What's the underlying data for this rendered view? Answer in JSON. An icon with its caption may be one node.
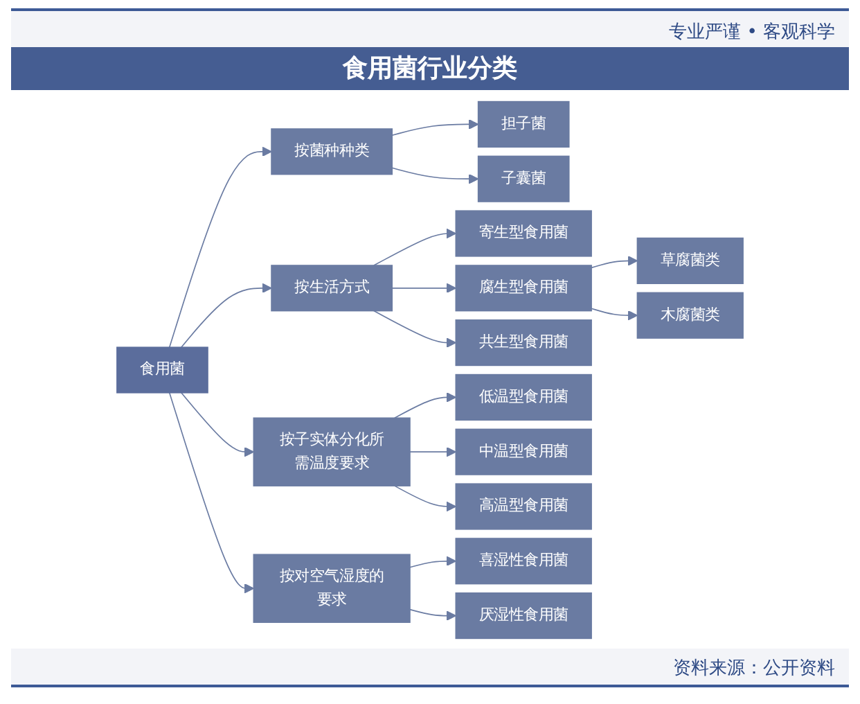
{
  "diagram": {
    "title": "食用菌行业分类",
    "caption": "资料来源：公开资料",
    "nodes": [
      {
        "text": [
          "食用菌"
        ]
      },
      {
        "text": [
          "按菌种种类"
        ]
      },
      {
        "text": [
          "担子菌"
        ]
      },
      {
        "text": [
          "子囊菌"
        ]
      },
      {
        "text": [
          "按生活方式"
        ]
      },
      {
        "text": [
          "寄生型食用菌"
        ]
      },
      {
        "text": [
          "腐生型食用菌"
        ]
      },
      {
        "text": [
          "草腐菌类"
        ]
      },
      {
        "text": [
          "木腐菌类"
        ]
      },
      {
        "text": [
          "共生型食用菌"
        ]
      },
      {
        "text": [
          "按子实体分化所需温度要求"
        ]
      },
      {
        "text": [
          "低温型食用菌"
        ]
      },
      {
        "text": [
          "中温型食用菌"
        ]
      },
      {
        "text": [
          "高温型食用菌"
        ]
      },
      {
        "text": [
          "按对空气湿度的要求"
        ]
      },
      {
        "text": [
          "喜湿性食用菌"
        ]
      },
      {
        "text": [
          "厌湿性食用菌"
        ]
      }
    ],
    "edges": [
      {
        "from": 0,
        "to": 1,
        "arrow": "to"
      },
      {
        "from": 0,
        "to": 4,
        "arrow": "to"
      },
      {
        "from": 0,
        "to": 10,
        "arrow": "to"
      },
      {
        "from": 0,
        "to": 14,
        "arrow": "to"
      },
      {
        "from": 1,
        "to": 2,
        "arrow": "to"
      },
      {
        "from": 1,
        "to": 3,
        "arrow": "to"
      },
      {
        "from": 4,
        "to": 5,
        "arrow": "to"
      },
      {
        "from": 4,
        "to": 6,
        "arrow": "to"
      },
      {
        "from": 4,
        "to": 9,
        "arrow": "to"
      },
      {
        "from": 6,
        "to": 7,
        "arrow": "to"
      },
      {
        "from": 6,
        "to": 8,
        "arrow": "to"
      },
      {
        "from": 10,
        "to": 11,
        "arrow": "to"
      },
      {
        "from": 10,
        "to": 12,
        "arrow": "to"
      },
      {
        "from": 10,
        "to": 13,
        "arrow": "to"
      },
      {
        "from": 14,
        "to": 15,
        "arrow": "to"
      },
      {
        "from": 14,
        "to": 16,
        "arrow": "to"
      }
    ],
    "labels": [
      "专业严谨 • 客观科学"
    ]
  }
}
